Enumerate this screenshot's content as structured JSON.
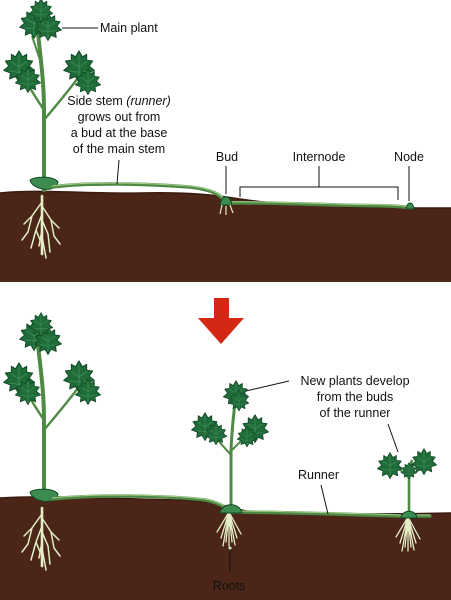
{
  "colors": {
    "soil": "#4b2518",
    "soil_dark": "#3a1a10",
    "leaf": "#1f6b3a",
    "leaf_dark": "#124a26",
    "leaf_light": "#3c8c52",
    "stem": "#4f8a45",
    "stem_light": "#a6cf8c",
    "root": "#e3edc6",
    "arrow": "#d42814"
  },
  "labels": {
    "main_plant": "Main plant",
    "side_stem": {
      "line1": "Side stem ",
      "line1_italic": "(runner)",
      "line2": "grows out from",
      "line3": "a bud at the base",
      "line4": "of the main stem"
    },
    "bud": "Bud",
    "internode": "Internode",
    "node": "Node",
    "new_plants": {
      "line1": "New plants develop",
      "line2": "from the buds",
      "line3": "of the runner"
    },
    "runner": "Runner",
    "roots": "Roots"
  }
}
